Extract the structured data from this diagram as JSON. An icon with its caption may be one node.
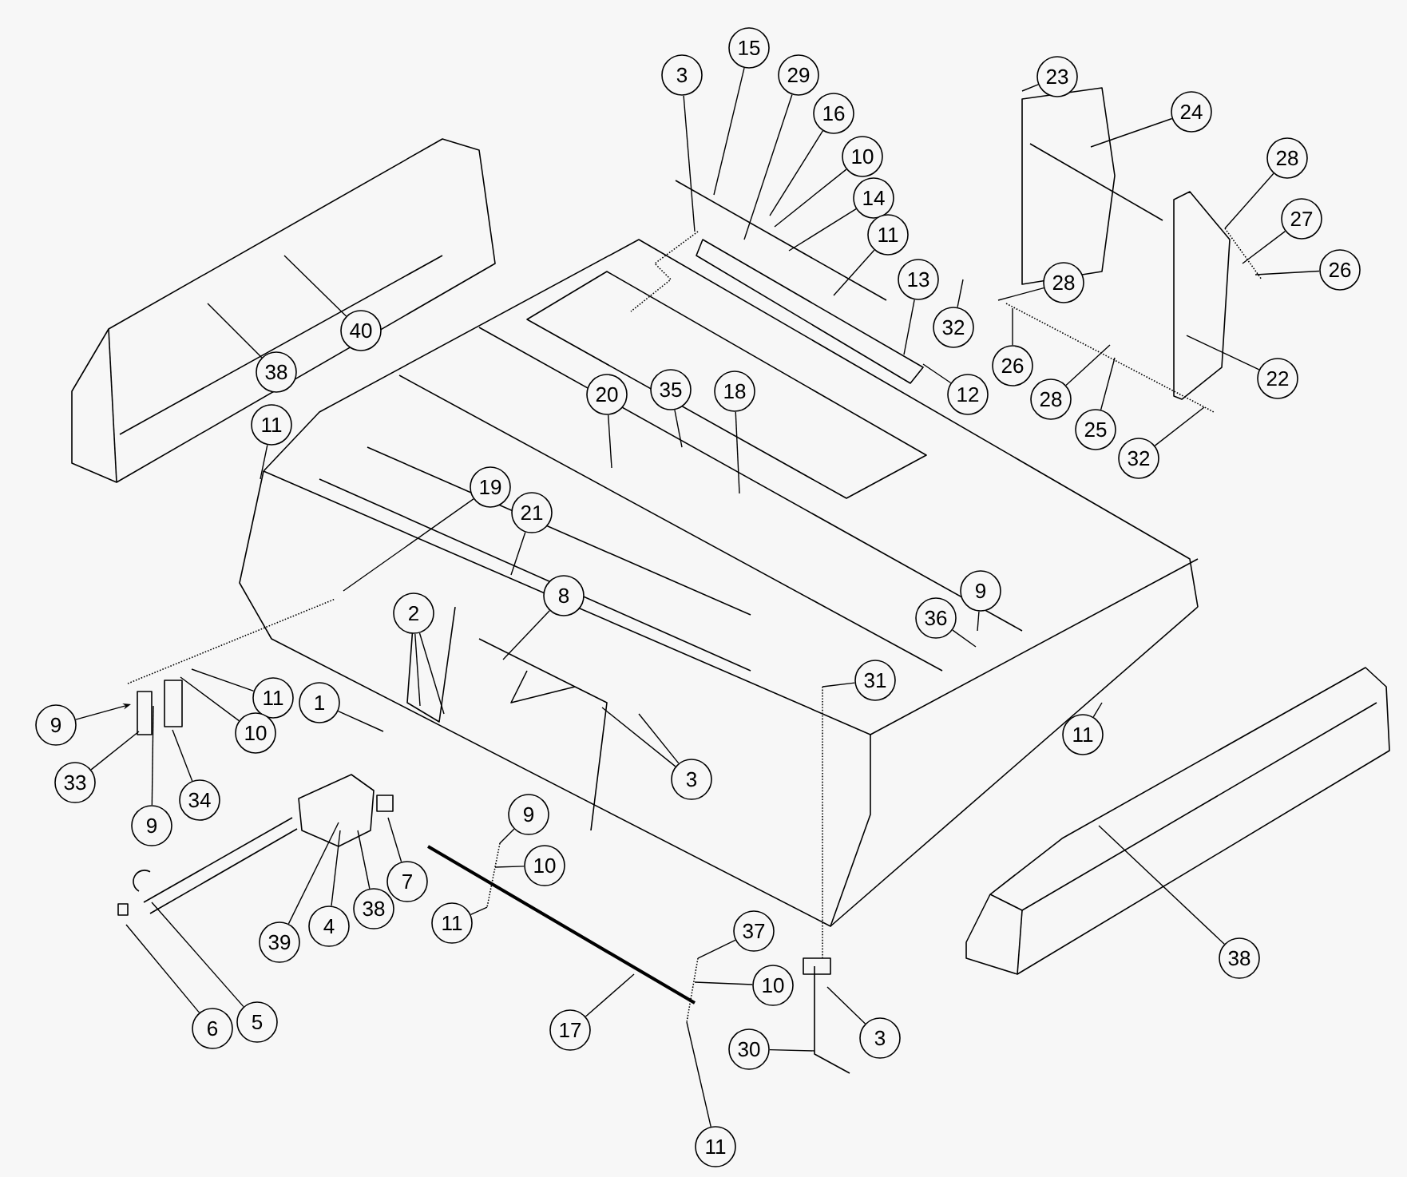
{
  "diagram": {
    "nodes": [
      {
        "text": [
          "3"
        ]
      },
      {
        "text": [
          "15"
        ]
      },
      {
        "text": [
          "29"
        ]
      },
      {
        "text": [
          "16"
        ]
      },
      {
        "text": [
          "10"
        ]
      },
      {
        "text": [
          "14"
        ]
      },
      {
        "text": [
          "11"
        ]
      },
      {
        "text": [
          "13"
        ]
      },
      {
        "text": [
          "12"
        ]
      },
      {
        "text": [
          "23"
        ]
      },
      {
        "text": [
          "24"
        ]
      },
      {
        "text": [
          "28"
        ]
      },
      {
        "text": [
          "27"
        ]
      },
      {
        "text": [
          "26"
        ]
      },
      {
        "text": [
          "22"
        ]
      },
      {
        "text": [
          "32"
        ]
      },
      {
        "text": [
          "28"
        ]
      },
      {
        "text": [
          "26"
        ]
      },
      {
        "text": [
          "28"
        ]
      },
      {
        "text": [
          "25"
        ]
      },
      {
        "text": [
          "32"
        ]
      },
      {
        "text": [
          "40"
        ]
      },
      {
        "text": [
          "38"
        ]
      },
      {
        "text": [
          "11"
        ]
      },
      {
        "text": [
          "20"
        ]
      },
      {
        "text": [
          "35"
        ]
      },
      {
        "text": [
          "18"
        ]
      },
      {
        "text": [
          "19"
        ]
      },
      {
        "text": [
          "21"
        ]
      },
      {
        "text": [
          "8"
        ]
      },
      {
        "text": [
          "2"
        ]
      },
      {
        "text": [
          "1"
        ]
      },
      {
        "text": [
          "11"
        ]
      },
      {
        "text": [
          "10"
        ]
      },
      {
        "text": [
          "9"
        ]
      },
      {
        "text": [
          "33"
        ]
      },
      {
        "text": [
          "9"
        ]
      },
      {
        "text": [
          "34"
        ]
      },
      {
        "text": [
          "3"
        ]
      },
      {
        "text": [
          "39"
        ]
      },
      {
        "text": [
          "4"
        ]
      },
      {
        "text": [
          "38"
        ]
      },
      {
        "text": [
          "7"
        ]
      },
      {
        "text": [
          "5"
        ]
      },
      {
        "text": [
          "6"
        ]
      },
      {
        "text": [
          "9"
        ]
      },
      {
        "text": [
          "10"
        ]
      },
      {
        "text": [
          "11"
        ]
      },
      {
        "text": [
          "17"
        ]
      },
      {
        "text": [
          "31"
        ]
      },
      {
        "text": [
          "36"
        ]
      },
      {
        "text": [
          "9"
        ]
      },
      {
        "text": [
          "11"
        ]
      },
      {
        "text": [
          "38"
        ]
      },
      {
        "text": [
          "37"
        ]
      },
      {
        "text": [
          "10"
        ]
      },
      {
        "text": [
          "11"
        ]
      },
      {
        "text": [
          "3"
        ]
      },
      {
        "text": [
          "30"
        ]
      }
    ],
    "edges": [
      {
        "from": 0,
        "to": null,
        "arrow": "none"
      },
      {
        "from": 1,
        "to": null,
        "arrow": "none"
      },
      {
        "from": 2,
        "to": null,
        "arrow": "none"
      },
      {
        "from": 3,
        "to": null,
        "arrow": "none"
      },
      {
        "from": 4,
        "to": null,
        "arrow": "none"
      },
      {
        "from": 5,
        "to": null,
        "arrow": "none"
      },
      {
        "from": 6,
        "to": null,
        "arrow": "none"
      },
      {
        "from": 7,
        "to": null,
        "arrow": "none"
      },
      {
        "from": 8,
        "to": null,
        "arrow": "none"
      },
      {
        "from": 9,
        "to": null,
        "arrow": "none"
      },
      {
        "from": 10,
        "to": null,
        "arrow": "none"
      },
      {
        "from": 11,
        "to": null,
        "arrow": "none"
      },
      {
        "from": 12,
        "to": null,
        "arrow": "none"
      },
      {
        "from": 13,
        "to": null,
        "arrow": "none"
      },
      {
        "from": 14,
        "to": null,
        "arrow": "none"
      },
      {
        "from": 15,
        "to": null,
        "arrow": "none"
      },
      {
        "from": 16,
        "to": null,
        "arrow": "none"
      },
      {
        "from": 17,
        "to": null,
        "arrow": "none"
      },
      {
        "from": 18,
        "to": null,
        "arrow": "none"
      },
      {
        "from": 19,
        "to": null,
        "arrow": "none"
      },
      {
        "from": 20,
        "to": null,
        "arrow": "none"
      },
      {
        "from": 21,
        "to": null,
        "arrow": "none"
      },
      {
        "from": 22,
        "to": null,
        "arrow": "none"
      },
      {
        "from": 23,
        "to": null,
        "arrow": "none"
      },
      {
        "from": 24,
        "to": null,
        "arrow": "none"
      },
      {
        "from": 25,
        "to": null,
        "arrow": "none"
      },
      {
        "from": 26,
        "to": null,
        "arrow": "none"
      },
      {
        "from": 27,
        "to": null,
        "arrow": "none"
      },
      {
        "from": 28,
        "to": null,
        "arrow": "none"
      },
      {
        "from": 29,
        "to": null,
        "arrow": "none"
      },
      {
        "from": 30,
        "to": null,
        "arrow": "none"
      },
      {
        "from": 30,
        "to": null,
        "arrow": "none"
      },
      {
        "from": 31,
        "to": null,
        "arrow": "none"
      },
      {
        "from": 32,
        "to": null,
        "arrow": "none"
      },
      {
        "from": 33,
        "to": null,
        "arrow": "none"
      },
      {
        "from": 34,
        "to": null,
        "arrow": "to"
      },
      {
        "from": 35,
        "to": null,
        "arrow": "none"
      },
      {
        "from": 36,
        "to": null,
        "arrow": "none"
      },
      {
        "from": 37,
        "to": null,
        "arrow": "none"
      },
      {
        "from": 38,
        "to": null,
        "arrow": "none"
      },
      {
        "from": 38,
        "to": null,
        "arrow": "none"
      },
      {
        "from": 39,
        "to": null,
        "arrow": "none"
      },
      {
        "from": 40,
        "to": null,
        "arrow": "none"
      },
      {
        "from": 41,
        "to": null,
        "arrow": "none"
      },
      {
        "from": 42,
        "to": null,
        "arrow": "none"
      },
      {
        "from": 43,
        "to": null,
        "arrow": "none"
      },
      {
        "from": 44,
        "to": null,
        "arrow": "none"
      },
      {
        "from": 45,
        "to": null,
        "arrow": "none"
      },
      {
        "from": 46,
        "to": null,
        "arrow": "none"
      },
      {
        "from": 47,
        "to": null,
        "arrow": "none"
      },
      {
        "from": 48,
        "to": null,
        "arrow": "none"
      },
      {
        "from": 49,
        "to": null,
        "arrow": "none"
      },
      {
        "from": 50,
        "to": null,
        "arrow": "none"
      },
      {
        "from": 51,
        "to": null,
        "arrow": "none"
      },
      {
        "from": 52,
        "to": null,
        "arrow": "none"
      },
      {
        "from": 53,
        "to": null,
        "arrow": "none"
      },
      {
        "from": 54,
        "to": null,
        "arrow": "none"
      },
      {
        "from": 55,
        "to": null,
        "arrow": "none"
      },
      {
        "from": 56,
        "to": null,
        "arrow": "none"
      },
      {
        "from": 57,
        "to": null,
        "arrow": "none"
      },
      {
        "from": 58,
        "to": null,
        "arrow": "none"
      }
    ]
  }
}
